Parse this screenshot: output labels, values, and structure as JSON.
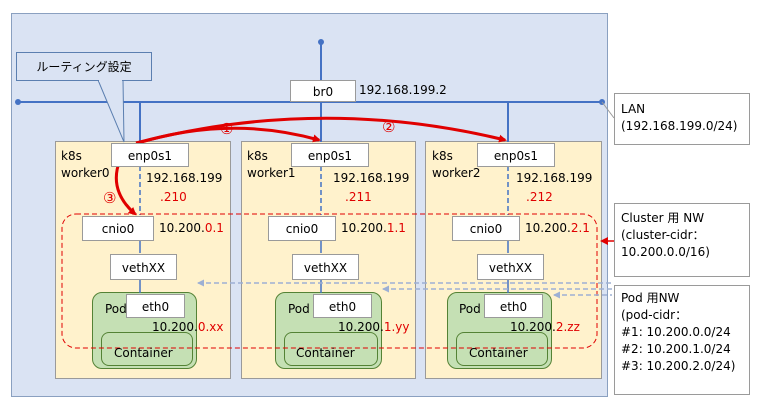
{
  "callout": {
    "label": "ルーティング設定"
  },
  "bridge": {
    "label": "br0",
    "ip": "192.168.199.2"
  },
  "workers": [
    {
      "line1": "k8s",
      "line2": "worker0",
      "nic": "enp0s1",
      "ip_prefix": "192.168.199",
      "ip_suffix": ".210",
      "cni": "cnio0",
      "cni_ip_prefix": "10.200.",
      "cni_ip_var": "0",
      "cni_ip_suffix": ".1",
      "veth": "vethXX",
      "pod_label": "Pod",
      "eth": "eth0",
      "pod_ip_prefix": "10.200.",
      "pod_ip_var": "0",
      "pod_ip_suffix": ".xx",
      "container": "Container"
    },
    {
      "line1": "k8s",
      "line2": "worker1",
      "nic": "enp0s1",
      "ip_prefix": "192.168.199",
      "ip_suffix": ".211",
      "cni": "cnio0",
      "cni_ip_prefix": "10.200.",
      "cni_ip_var": "1",
      "cni_ip_suffix": ".1",
      "veth": "vethXX",
      "pod_label": "Pod",
      "eth": "eth0",
      "pod_ip_prefix": "10.200.",
      "pod_ip_var": "1",
      "pod_ip_suffix": ".yy",
      "container": "Container"
    },
    {
      "line1": "k8s",
      "line2": "worker2",
      "nic": "enp0s1",
      "ip_prefix": "192.168.199",
      "ip_suffix": ".212",
      "cni": "cnio0",
      "cni_ip_prefix": "10.200.",
      "cni_ip_var": "2",
      "cni_ip_suffix": ".1",
      "veth": "vethXX",
      "pod_label": "Pod",
      "eth": "eth0",
      "pod_ip_prefix": "10.200.",
      "pod_ip_var": "2",
      "pod_ip_suffix": ".zz",
      "container": "Container"
    }
  ],
  "markers": {
    "m1": "①",
    "m2": "②",
    "m3": "③"
  },
  "lan": {
    "line1": "LAN",
    "line2": "(192.168.199.0/24)"
  },
  "cluster_nw": {
    "line1": "Cluster 用 NW",
    "line2": "(cluster-cidr：",
    "line3": "10.200.0.0/16)"
  },
  "pod_nw": {
    "line1": "Pod 用NW",
    "line2": "(pod-cidr：",
    "line3": "#1: 10.200.0.0/24",
    "line4": "#2: 10.200.1.0/24",
    "line5": "#3: 10.200.2.0/24)"
  },
  "colors": {
    "lan_area": "#dae3f3",
    "worker": "#fff2cc",
    "pod": "#c5e0b4",
    "route_arrow": "#e00000",
    "link_line": "#4472c4",
    "cluster_boundary": "#e00000"
  }
}
